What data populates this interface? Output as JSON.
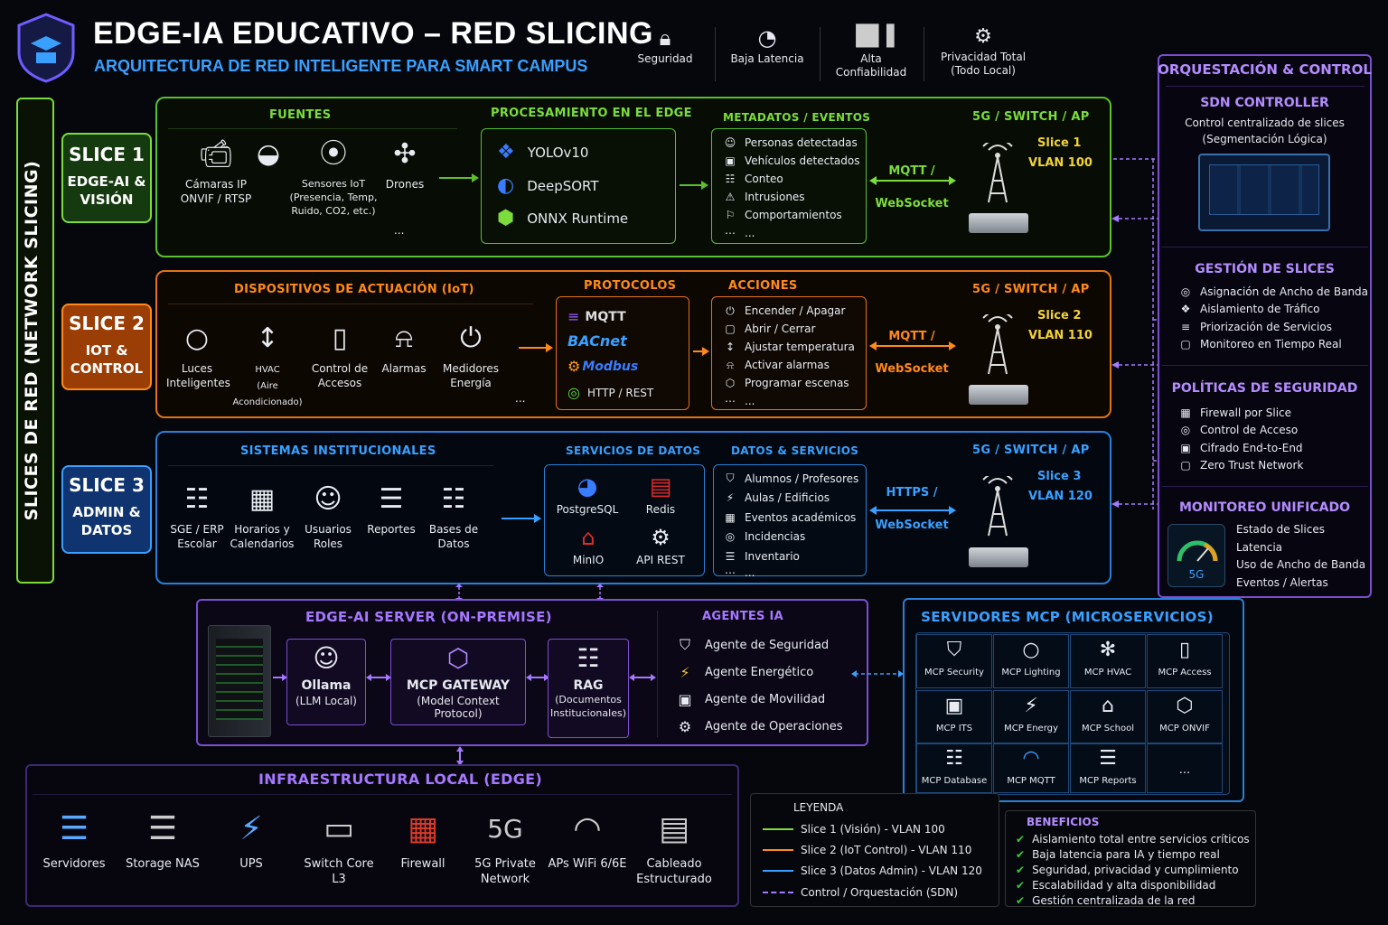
{
  "header": {
    "title": "EDGE-IA EDUCATIVO – RED SLICING",
    "subtitle": "ARQUITECTURA DE RED INTELIGENTE PARA SMART CAMPUS",
    "features": [
      {
        "label": "Seguridad",
        "icon": "lock-icon"
      },
      {
        "label": "Baja Latencia",
        "icon": "gauge-icon"
      },
      {
        "label": "Alta Confiabilidad",
        "icon": "bar-chart-icon"
      },
      {
        "label": "Privacidad Total\n(Todo Local)",
        "icon": "cpu-icon"
      }
    ]
  },
  "side_label": "SLICES DE RED (NETWORK SLICING)",
  "slices": [
    {
      "badge_num": "SLICE 1",
      "badge_text": "EDGE-AI &\nVISIÓN",
      "color": "#7cdc3c"
    },
    {
      "badge_num": "SLICE 2",
      "badge_text": "IOT &\nCONTROL",
      "color": "#ff8a1a"
    },
    {
      "badge_num": "SLICE 3",
      "badge_text": "ADMIN &\nDATOS",
      "color": "#3aa0ff"
    }
  ],
  "slice1": {
    "sources_title": "FUENTES",
    "sources": [
      {
        "label": "Cámaras IP\nONVIF / RTSP",
        "icon": "camera-icon"
      },
      {
        "label": "",
        "icon": "dome-camera-icon"
      },
      {
        "label": "Sensores IoT\n(Presencia, Temp,\nRuido, CO2, etc.)",
        "icon": "sensor-icon"
      },
      {
        "label": "Drones",
        "icon": "drone-icon"
      }
    ],
    "sources_more": "...",
    "processing_title": "PROCESAMIENTO EN EL EDGE",
    "processing": [
      "YOLOv10",
      "DeepSORT",
      "ONNX Runtime"
    ],
    "metadata_title": "METADATOS / EVENTOS",
    "metadata": [
      "Personas detectadas",
      "Vehículos detectados",
      "Conteo",
      "Intrusiones",
      "Comportamientos",
      "..."
    ],
    "link_label": "MQTT /\nWebSocket",
    "net_title": "5G / SWITCH / AP",
    "net_slice": "Slice 1",
    "net_vlan": "VLAN 100"
  },
  "slice2": {
    "devices_title": "DISPOSITIVOS DE ACTUACIÓN (IoT)",
    "devices": [
      {
        "label": "Luces\nInteligentes",
        "icon": "bulb-icon"
      },
      {
        "label": "HVAC\n(Aire Acondicionado)",
        "icon": "thermometer-icon"
      },
      {
        "label": "Control de\nAccesos",
        "icon": "door-icon"
      },
      {
        "label": "Alarmas",
        "icon": "alarm-icon"
      },
      {
        "label": "Medidores\nEnergía",
        "icon": "plug-icon"
      }
    ],
    "devices_more": "...",
    "protocols_title": "PROTOCOLOS",
    "protocols": [
      "MQTT",
      "BACnet",
      "Modbus",
      "HTTP / REST"
    ],
    "actions_title": "ACCIONES",
    "actions": [
      "Encender / Apagar",
      "Abrir / Cerrar",
      "Ajustar temperatura",
      "Activar alarmas",
      "Programar escenas",
      "..."
    ],
    "link_label": "MQTT /\nWebSocket",
    "net_title": "5G / SWITCH / AP",
    "net_slice": "Slice 2",
    "net_vlan": "VLAN 110"
  },
  "slice3": {
    "systems_title": "SISTEMAS INSTITUCIONALES",
    "systems": [
      {
        "label": "SGE / ERP\nEscolar",
        "icon": "database-icon"
      },
      {
        "label": "Horarios y\nCalendarios",
        "icon": "calendar-icon"
      },
      {
        "label": "Usuarios\nRoles",
        "icon": "users-icon"
      },
      {
        "label": "Reportes",
        "icon": "document-icon"
      },
      {
        "label": "Bases de\nDatos",
        "icon": "database-icon"
      }
    ],
    "services_title": "SERVICIOS DE DATOS",
    "services": [
      "PostgreSQL",
      "Redis",
      "MinIO",
      "API REST"
    ],
    "data_title": "DATOS & SERVICIOS",
    "data": [
      "Alumnos / Profesores",
      "Aulas / Edificios",
      "Eventos académicos",
      "Incidencias",
      "Inventario",
      "..."
    ],
    "link_label": "HTTPS /\nWebSocket",
    "net_title": "5G / SWITCH / AP",
    "net_slice": "Slice 3",
    "net_vlan": "VLAN 120"
  },
  "orchestration": {
    "title": "ORQUESTACIÓN & CONTROL",
    "sdn_title": "SDN CONTROLLER",
    "sdn_desc": "Control centralizado de slices\n(Segmentación Lógica)",
    "mgmt_title": "GESTIÓN DE SLICES",
    "mgmt": [
      "Asignación de Ancho de Banda",
      "Aislamiento de Tráfico",
      "Priorización de Servicios",
      "Monitoreo en Tiempo Real"
    ],
    "sec_title": "POLÍTICAS DE SEGURIDAD",
    "sec": [
      "Firewall por Slice",
      "Control de Acceso",
      "Cifrado End-to-End",
      "Zero Trust Network"
    ],
    "mon_title": "MONITOREO UNIFICADO",
    "mon": [
      "Estado de Slices",
      "Latencia",
      "Uso de Ancho de Banda",
      "Eventos / Alertas"
    ],
    "gauge_label": "5G"
  },
  "edge_server": {
    "title": "EDGE-AI SERVER (ON-PREMISE)",
    "ollama_title": "Ollama",
    "ollama_sub": "(LLM Local)",
    "gateway_title": "MCP GATEWAY",
    "gateway_sub": "(Model Context Protocol)",
    "rag_title": "RAG",
    "rag_sub": "(Documentos\nInstitucionales)",
    "agents_title": "AGENTES IA",
    "agents": [
      "Agente de Seguridad",
      "Agente Energético",
      "Agente de Movilidad",
      "Agente de Operaciones"
    ]
  },
  "mcp": {
    "title": "SERVIDORES MCP (MICROSERVICIOS)",
    "cells": [
      "MCP Security",
      "MCP Lighting",
      "MCP HVAC",
      "MCP Access",
      "MCP ITS",
      "MCP Energy",
      "MCP School",
      "MCP ONVIF",
      "MCP Database",
      "MCP MQTT",
      "MCP Reports",
      "..."
    ]
  },
  "infra": {
    "title": "INFRAESTRUCTURA LOCAL (EDGE)",
    "items": [
      "Servidores",
      "Storage NAS",
      "UPS",
      "Switch Core\nL3",
      "Firewall",
      "5G Private\nNetwork",
      "APs WiFi 6/6E",
      "Cableado\nEstructurado"
    ]
  },
  "legend": {
    "title": "LEYENDA",
    "items": [
      {
        "label": "Slice 1 (Visión) - VLAN 100",
        "color": "#7cdc3c"
      },
      {
        "label": "Slice 2 (IoT Control) - VLAN 110",
        "color": "#ff8a1a"
      },
      {
        "label": "Slice 3 (Datos Admin) - VLAN 120",
        "color": "#3aa0ff"
      },
      {
        "label": "Control / Orquestación (SDN)",
        "color": "#a678ff"
      }
    ]
  },
  "benefits": {
    "title": "BENEFICIOS",
    "items": [
      "Aislamiento total entre servicios críticos",
      "Baja latencia para IA y tiempo real",
      "Seguridad, privacidad y cumplimiento",
      "Escalabilidad y alta disponibilidad",
      "Gestión centralizada de la red"
    ]
  }
}
